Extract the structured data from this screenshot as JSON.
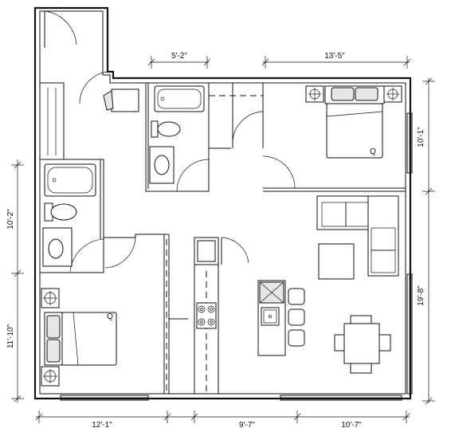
{
  "dimensions": {
    "top_bath_width": "5'-2\"",
    "top_bedroom_width": "13'-5\"",
    "right_bedroom_depth": "10'-1\"",
    "right_living_depth": "19'-8\"",
    "left_upper_depth": "10'-2\"",
    "left_lower_depth": "11'-10\"",
    "bottom_bedroom_width": "12'-1\"",
    "bottom_kitchen_width": "9'-7\"",
    "bottom_dining_width": "10'-7\""
  },
  "labels": {
    "bed_marker": "Q"
  },
  "colors": {
    "line": "#111111",
    "background": "#ffffff",
    "fixture_fill": "#e6e6e6"
  }
}
